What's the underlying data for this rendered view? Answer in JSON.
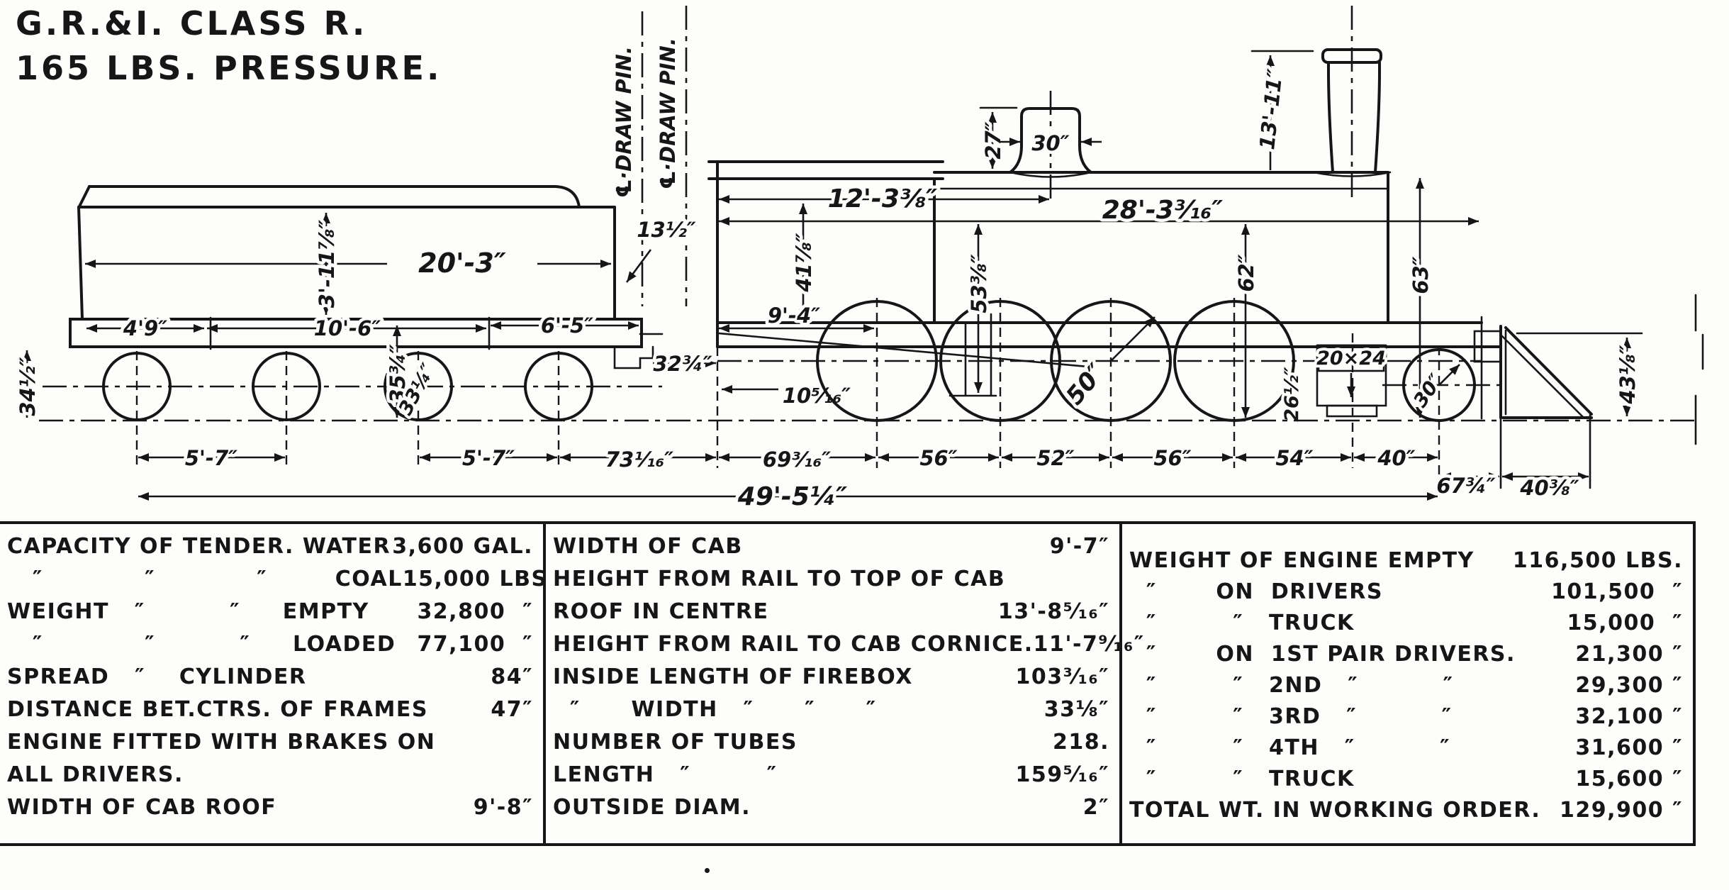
{
  "title": {
    "line1": "G.R.&I. CLASS R.",
    "line2": "165 LBS. PRESSURE."
  },
  "drawing": {
    "draw_pin_left": "℄·DRAW PIN.",
    "draw_pin_right": "℄·DRAW PIN.",
    "dims": {
      "tender_length": "20'-3″",
      "tender_height": "3'-11⅞″",
      "bolster_left": "4'9″",
      "bolster_mid": "10'-6″",
      "bolster_right": "6'-5″",
      "h34": "34½″",
      "h35": "35¾″",
      "tender_wheel_dia": "33¼″",
      "spacing_5_7a": "5'-7″",
      "spacing_5_7b": "5'-7″",
      "gap_73": "73¹⁄₁₆″",
      "coupler_32": "32¾″",
      "gap_13": "13½″",
      "overhang_10": "10⁵⁄₁₆″",
      "cab_9_4": "9'-4″",
      "s69": "69³⁄₁₆″",
      "s56a": "56″",
      "s52": "52″",
      "s56b": "56″",
      "s54": "54″",
      "s40": "40″",
      "s67": "67¾″",
      "s40b": "40⅜″",
      "overall": "49'-5¼″",
      "v41": "41⅞″",
      "v53": "53⅜″",
      "v62": "62″",
      "v63": "63″",
      "dome_h": "27″",
      "dome_w": "30″",
      "boiler_12": "12'-3⅜″",
      "boiler_28": "28'-3³⁄₁₆″",
      "stack_h": "13'-11″",
      "driver_dia": "50″",
      "cylinder": "20×24",
      "v26": "26½″",
      "pilot_wheel_dia": "30″",
      "v43": "43⅛″"
    }
  },
  "tables": {
    "col1": {
      "rows": [
        {
          "l": "CAPACITY OF TENDER. WATER",
          "r": "3,600 GAL."
        },
        {
          "l": "   ″            ″            ″        COAL",
          "r": "15,000 LBS"
        },
        {
          "l": "WEIGHT   ″          ″     EMPTY",
          "r": "32,800  ″"
        },
        {
          "l": "   ″            ″          ″     LOADED",
          "r": "77,100  ″"
        },
        {
          "l": "SPREAD   ″    CYLINDER",
          "r": "84″"
        },
        {
          "l": "DISTANCE BET.CTRS. OF FRAMES",
          "r": "47″"
        },
        {
          "l": "ENGINE FITTED WITH BRAKES ON",
          "r": ""
        },
        {
          "l": "ALL DRIVERS.",
          "r": ""
        },
        {
          "l": "WIDTH OF CAB ROOF",
          "r": "9'-8″"
        }
      ]
    },
    "col2": {
      "rows": [
        {
          "l": "WIDTH OF CAB",
          "r": "9'-7″"
        },
        {
          "l": "HEIGHT FROM RAIL TO TOP OF CAB",
          "r": ""
        },
        {
          "l": "ROOF IN CENTRE",
          "r": "13'-8⁵⁄₁₆″"
        },
        {
          "l": "HEIGHT FROM RAIL TO CAB CORNICE.",
          "r": "11'-7⁹⁄₁₆″"
        },
        {
          "l": "INSIDE LENGTH OF FIREBOX",
          "r": "103³⁄₁₆″"
        },
        {
          "l": "  ″      WIDTH   ″      ″      ″",
          "r": "33⅛″"
        },
        {
          "l": "NUMBER OF TUBES",
          "r": "218."
        },
        {
          "l": "LENGTH   ″         ″",
          "r": "159⁵⁄₁₆″"
        },
        {
          "l": "OUTSIDE DIAM.",
          "r": "2″"
        }
      ]
    },
    "col3": {
      "rows": [
        {
          "l": "WEIGHT OF ENGINE EMPTY",
          "r": "116,500 LBS."
        },
        {
          "l": "  ″       ON  DRIVERS",
          "r": "101,500  ″"
        },
        {
          "l": "  ″         ″   TRUCK",
          "r": "15,000  ″"
        },
        {
          "l": "  ″       ON  1ST PAIR DRIVERS.",
          "r": "21,300 ″"
        },
        {
          "l": "  ″         ″   2ND   ″          ″",
          "r": "29,300 ″"
        },
        {
          "l": "  ″         ″   3RD   ″          ″",
          "r": "32,100 ″"
        },
        {
          "l": "  ″         ″   4TH   ″          ″",
          "r": "31,600 ″"
        },
        {
          "l": "  ″         ″   TRUCK",
          "r": "15,600 ″"
        },
        {
          "l": "TOTAL WT. IN WORKING ORDER.",
          "r": "129,900 ″"
        }
      ]
    }
  }
}
